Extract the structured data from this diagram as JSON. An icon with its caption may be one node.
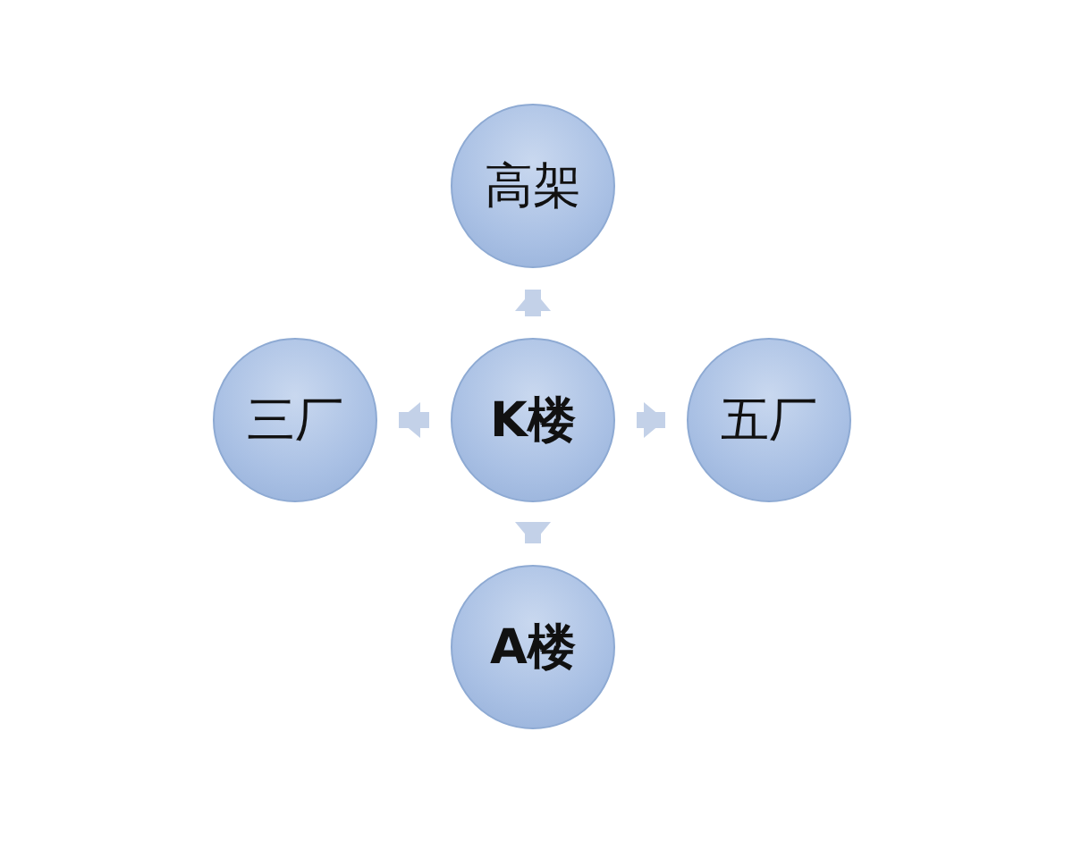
{
  "diagram": {
    "nodes": [
      {
        "text": [
          "高架"
        ]
      },
      {
        "text": [
          "三厂"
        ]
      },
      {
        "text": [
          "K楼"
        ]
      },
      {
        "text": [
          "五厂"
        ]
      },
      {
        "text": [
          "A楼"
        ]
      }
    ],
    "edges": [
      {
        "from": 2,
        "to": 0,
        "arrow": "to"
      },
      {
        "from": 2,
        "to": 1,
        "arrow": "to"
      },
      {
        "from": 2,
        "to": 3,
        "arrow": "to"
      },
      {
        "from": 2,
        "to": 4,
        "arrow": "to"
      }
    ]
  }
}
